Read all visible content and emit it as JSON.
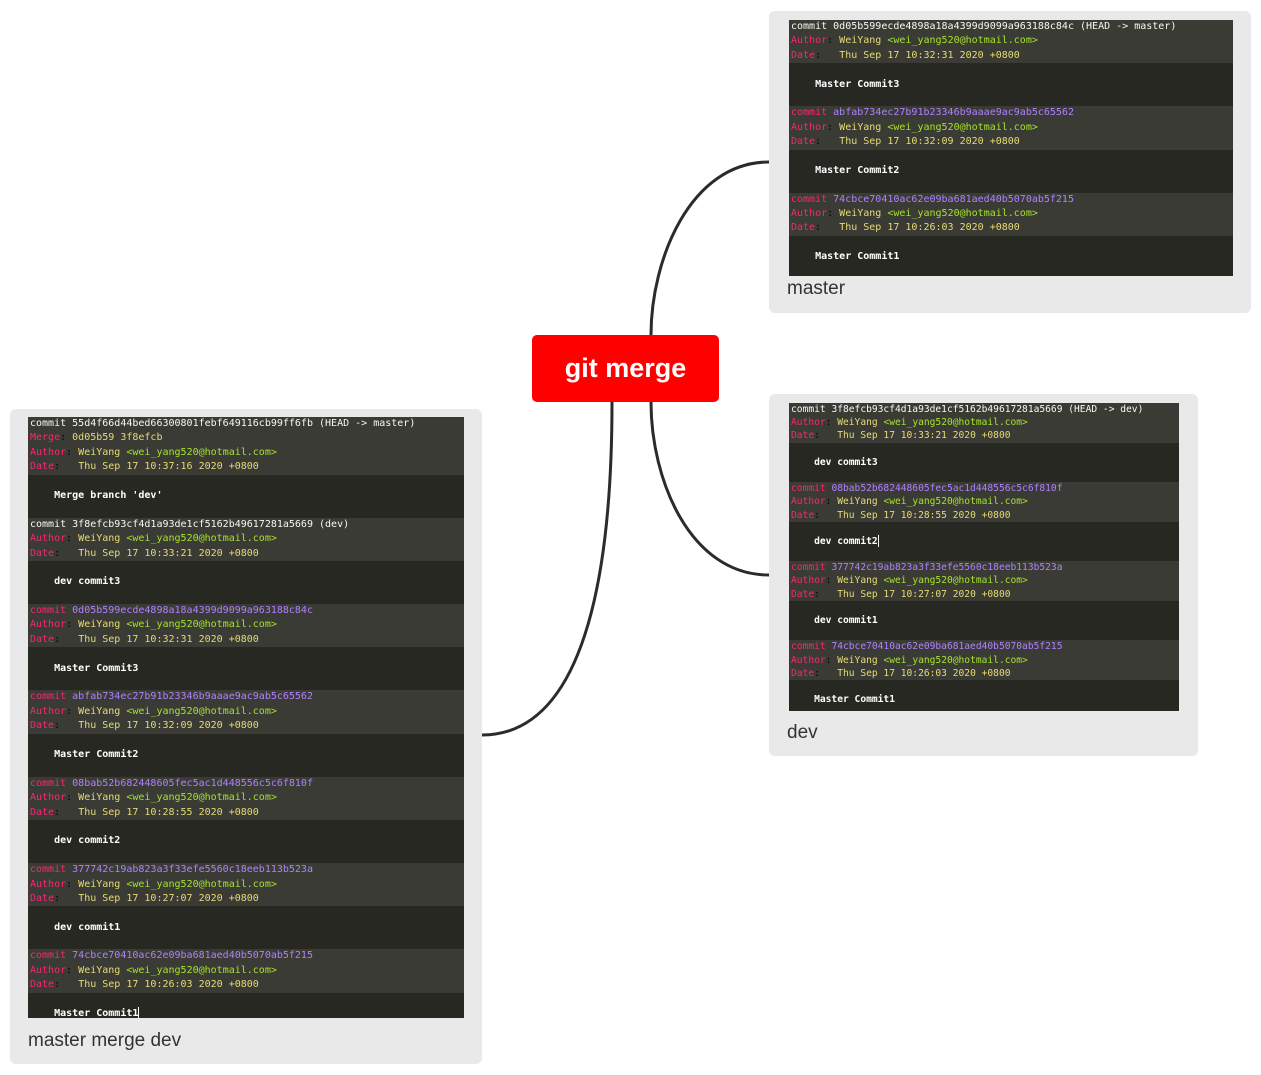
{
  "center": {
    "title": "git merge"
  },
  "cards": [
    {
      "id": "master",
      "label": "master",
      "entries": [
        {
          "head_first": true,
          "commit_word": "commit",
          "hash": "0d05b599ecde4898a18a4399d9099a963188c84c",
          "ref": " (HEAD -> master)",
          "merge": "",
          "author_label": "Author",
          "author_name": "WeiYang",
          "author_email": "<wei_yang520@hotmail.com>",
          "date_label": "Date",
          "date": "Thu Sep 17 10:32:31 2020 +0800",
          "message": "Master Commit3"
        },
        {
          "head_first": false,
          "commit_word": "commit",
          "hash": "abfab734ec27b91b23346b9aaae9ac9ab5c65562",
          "ref": "",
          "merge": "",
          "author_label": "Author",
          "author_name": "WeiYang",
          "author_email": "<wei_yang520@hotmail.com>",
          "date_label": "Date",
          "date": "Thu Sep 17 10:32:09 2020 +0800",
          "message": "Master Commit2"
        },
        {
          "head_first": false,
          "commit_word": "commit",
          "hash": "74cbce70410ac62e09ba681aed40b5070ab5f215",
          "ref": "",
          "merge": "",
          "author_label": "Author",
          "author_name": "WeiYang",
          "author_email": "<wei_yang520@hotmail.com>",
          "date_label": "Date",
          "date": "Thu Sep 17 10:26:03 2020 +0800",
          "message": "Master Commit1"
        }
      ]
    },
    {
      "id": "dev",
      "label": "dev",
      "entries": [
        {
          "head_first": true,
          "commit_word": "commit",
          "hash": "3f8efcb93cf4d1a93de1cf5162b49617281a5669",
          "ref": " (HEAD -> dev)",
          "merge": "",
          "author_label": "Author",
          "author_name": "WeiYang",
          "author_email": "<wei_yang520@hotmail.com>",
          "date_label": "Date",
          "date": "Thu Sep 17 10:33:21 2020 +0800",
          "message": "dev commit3"
        },
        {
          "head_first": false,
          "commit_word": "commit",
          "hash": "08bab52b682448605fec5ac1d448556c5c6f810f",
          "ref": "",
          "merge": "",
          "author_label": "Author",
          "author_name": "WeiYang",
          "author_email": "<wei_yang520@hotmail.com>",
          "date_label": "Date",
          "date": "Thu Sep 17 10:28:55 2020 +0800",
          "message": "dev commit2",
          "cursor": true
        },
        {
          "head_first": false,
          "commit_word": "commit",
          "hash": "377742c19ab823a3f33efe5560c18eeb113b523a",
          "ref": "",
          "merge": "",
          "author_label": "Author",
          "author_name": "WeiYang",
          "author_email": "<wei_yang520@hotmail.com>",
          "date_label": "Date",
          "date": "Thu Sep 17 10:27:07 2020 +0800",
          "message": "dev commit1"
        },
        {
          "head_first": false,
          "commit_word": "commit",
          "hash": "74cbce70410ac62e09ba681aed40b5070ab5f215",
          "ref": "",
          "merge": "",
          "author_label": "Author",
          "author_name": "WeiYang",
          "author_email": "<wei_yang520@hotmail.com>",
          "date_label": "Date",
          "date": "Thu Sep 17 10:26:03 2020 +0800",
          "message": "Master Commit1"
        }
      ]
    },
    {
      "id": "merged",
      "label": "master merge dev",
      "entries": [
        {
          "head_first": true,
          "commit_word": "commit",
          "hash": "55d4f66d44bed66300801febf649116cb99ff6fb",
          "ref": " (HEAD -> master)",
          "merge_label": "Merge",
          "merge": "0d05b59 3f8efcb",
          "author_label": "Author",
          "author_name": "WeiYang",
          "author_email": "<wei_yang520@hotmail.com>",
          "date_label": "Date",
          "date": "Thu Sep 17 10:37:16 2020 +0800",
          "message": "Merge branch 'dev'"
        },
        {
          "head_first": true,
          "commit_word": "commit",
          "hash": "3f8efcb93cf4d1a93de1cf5162b49617281a5669",
          "ref": " (dev)",
          "merge": "",
          "author_label": "Author",
          "author_name": "WeiYang",
          "author_email": "<wei_yang520@hotmail.com>",
          "date_label": "Date",
          "date": "Thu Sep 17 10:33:21 2020 +0800",
          "message": "dev commit3"
        },
        {
          "head_first": false,
          "commit_word": "commit",
          "hash": "0d05b599ecde4898a18a4399d9099a963188c84c",
          "ref": "",
          "merge": "",
          "author_label": "Author",
          "author_name": "WeiYang",
          "author_email": "<wei_yang520@hotmail.com>",
          "date_label": "Date",
          "date": "Thu Sep 17 10:32:31 2020 +0800",
          "message": "Master Commit3"
        },
        {
          "head_first": false,
          "commit_word": "commit",
          "hash": "abfab734ec27b91b23346b9aaae9ac9ab5c65562",
          "ref": "",
          "merge": "",
          "author_label": "Author",
          "author_name": "WeiYang",
          "author_email": "<wei_yang520@hotmail.com>",
          "date_label": "Date",
          "date": "Thu Sep 17 10:32:09 2020 +0800",
          "message": "Master Commit2"
        },
        {
          "head_first": false,
          "commit_word": "commit",
          "hash": "08bab52b682448605fec5ac1d448556c5c6f810f",
          "ref": "",
          "merge": "",
          "author_label": "Author",
          "author_name": "WeiYang",
          "author_email": "<wei_yang520@hotmail.com>",
          "date_label": "Date",
          "date": "Thu Sep 17 10:28:55 2020 +0800",
          "message": "dev commit2"
        },
        {
          "head_first": false,
          "commit_word": "commit",
          "hash": "377742c19ab823a3f33efe5560c18eeb113b523a",
          "ref": "",
          "merge": "",
          "author_label": "Author",
          "author_name": "WeiYang",
          "author_email": "<wei_yang520@hotmail.com>",
          "date_label": "Date",
          "date": "Thu Sep 17 10:27:07 2020 +0800",
          "message": "dev commit1"
        },
        {
          "head_first": false,
          "commit_word": "commit",
          "hash": "74cbce70410ac62e09ba681aed40b5070ab5f215",
          "ref": "",
          "merge": "",
          "author_label": "Author",
          "author_name": "WeiYang",
          "author_email": "<wei_yang520@hotmail.com>",
          "date_label": "Date",
          "date": "Thu Sep 17 10:26:03 2020 +0800",
          "message": "Master Commit1",
          "cursor": true
        }
      ]
    }
  ],
  "colors": {
    "center_bg": "#fe0000",
    "card_bg": "#e9e9e9",
    "terminal_bg": "#272822",
    "terminal_head_bg": "#3a3b35",
    "keyword": "#f92672",
    "hash": "#ae81ff",
    "name": "#e6db74",
    "email": "#a6e22e"
  }
}
